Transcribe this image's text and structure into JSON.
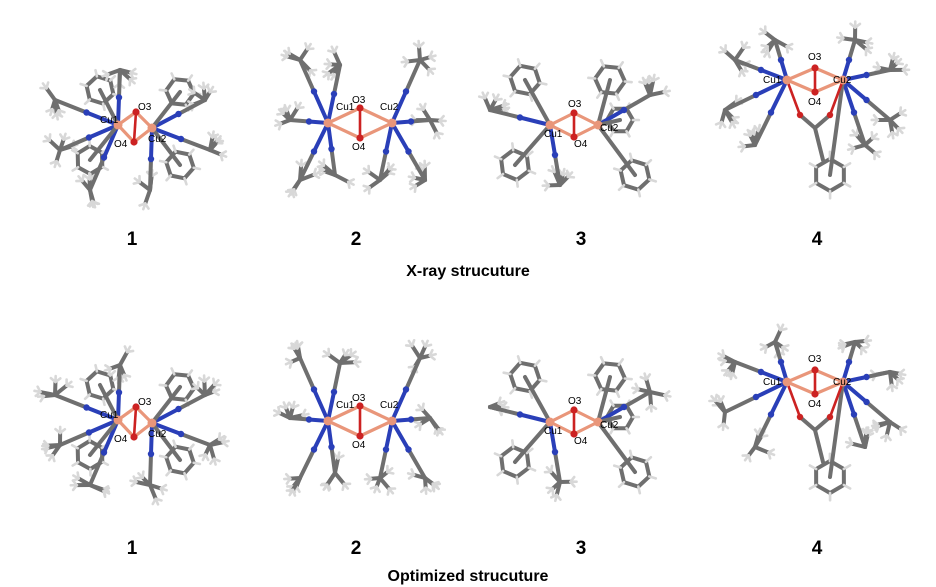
{
  "colors": {
    "copper": "#e9967a",
    "oxygen": "#cc2222",
    "nitrogen": "#2a3fb8",
    "carbon": "#6f6f6f",
    "hydrogen": "#d8d8d8"
  },
  "rows": [
    {
      "caption": "X-ray strucuture",
      "panels": [
        {
          "number": "1",
          "labels": {
            "cu1": "Cu1",
            "cu2": "Cu2",
            "o3": "O3",
            "o4": "O4"
          }
        },
        {
          "number": "2",
          "labels": {
            "cu1": "Cu1",
            "cu2": "Cu2",
            "o3": "O3",
            "o4": "O4"
          }
        },
        {
          "number": "3",
          "labels": {
            "cu1": "Cu1",
            "cu2": "Cu2",
            "o3": "O3",
            "o4": "O4"
          }
        },
        {
          "number": "4",
          "labels": {
            "cu1": "Cu1",
            "cu2": "Cu2",
            "o3": "O3",
            "o4": "O4"
          }
        }
      ]
    },
    {
      "caption": "Optimized strucuture",
      "panels": [
        {
          "number": "1",
          "labels": {
            "cu1": "Cu1",
            "cu2": "Cu2",
            "o3": "O3",
            "o4": "O4"
          }
        },
        {
          "number": "2",
          "labels": {
            "cu1": "Cu1",
            "cu2": "Cu2",
            "o3": "O3",
            "o4": "O4"
          }
        },
        {
          "number": "3",
          "labels": {
            "cu1": "Cu1",
            "cu2": "Cu2",
            "o3": "O3",
            "o4": "O4"
          }
        },
        {
          "number": "4",
          "labels": {
            "cu1": "Cu1",
            "cu2": "Cu2",
            "o3": "O3",
            "o4": "O4"
          }
        }
      ]
    }
  ]
}
